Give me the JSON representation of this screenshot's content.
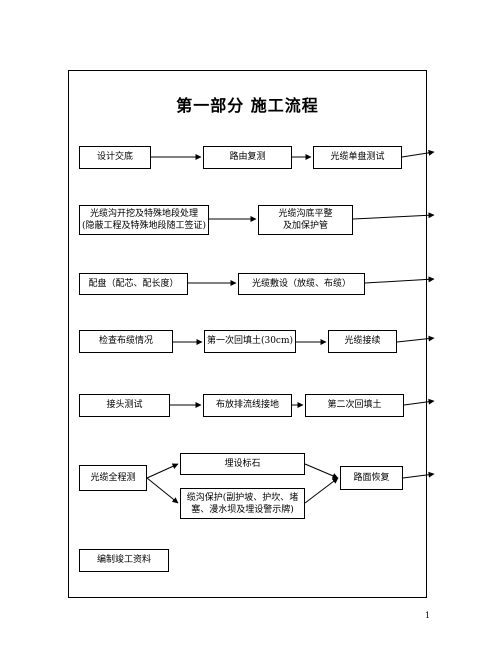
{
  "title": "第一部分   施工流程",
  "page_number": "1",
  "nodes": {
    "design_handover": "设计交底",
    "route_recheck": "路由复测",
    "cable_reel_test": "光缆单盘测试",
    "trench_excavation": "光缆沟开挖及特殊地段处理\n(隐蔽工程及特殊地段随工签证)",
    "trench_bottom_leveling": "光缆沟底平整\n及加保护管",
    "reel_allocation": "配盘（配芯、配长度）",
    "cable_laying": "光缆敷设（放缆、布缆）",
    "check_laying": "检查布缆情况",
    "first_backfill": "第一次回填土(30cm)",
    "cable_splicing": "光缆接续",
    "joint_test": "接头测试",
    "drain_grounding": "布放排流线接地",
    "second_backfill": "第二次回填土",
    "full_cable_test": "光缆全程测",
    "marker_stone": "埋设标石",
    "trench_protection": "缆沟保护(副护坡、护坎、堵\n塞、漫水坝及埋设警示牌)",
    "road_restoration": "路面恢复",
    "as_built_docs": "编制竣工资料"
  }
}
